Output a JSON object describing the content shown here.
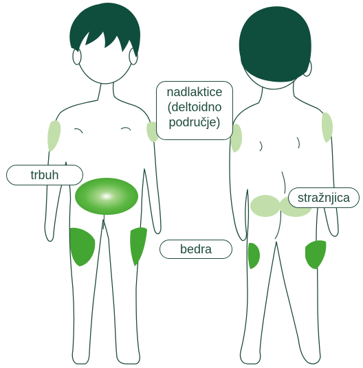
{
  "labels": {
    "upper_arm": [
      "nadlaktice",
      "(deltoidno",
      "područje)"
    ],
    "abdomen": "trbuh",
    "thighs": "bedra",
    "buttocks": "stražnjica"
  },
  "colors": {
    "outline": "#1e4a3d",
    "hair": "#0f4d3c",
    "site_dark": "#43a532",
    "site_light": "#c2dfab",
    "background": "#ffffff"
  }
}
